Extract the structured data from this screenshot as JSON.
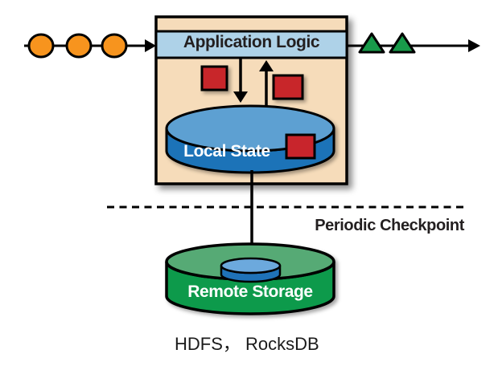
{
  "labels": {
    "application_logic": "Application Logic",
    "local_state": "Local State",
    "remote_storage": "Remote Storage",
    "periodic_checkpoint": "Periodic Checkpoint",
    "storage_systems": "HDFS， RocksDB"
  },
  "markers": {
    "input_events_count": 3,
    "output_results_count": 2,
    "state_records_count": 3
  },
  "colors": {
    "event_marker": "#F7941E",
    "result_marker": "#189A4A",
    "state_record": "#C8252C",
    "operator_box": "#F6DCBA",
    "logic_bar": "#AED2E8",
    "local_state_body": "#1B73B8",
    "local_state_top": "#5DA0D2",
    "remote_storage_body": "#0F9A4B",
    "remote_storage_top": "#57AA75",
    "mini_cylinder_body": "#1F72B8",
    "mini_cylinder_top": "#6CA9DD",
    "stroke": "#000000"
  }
}
